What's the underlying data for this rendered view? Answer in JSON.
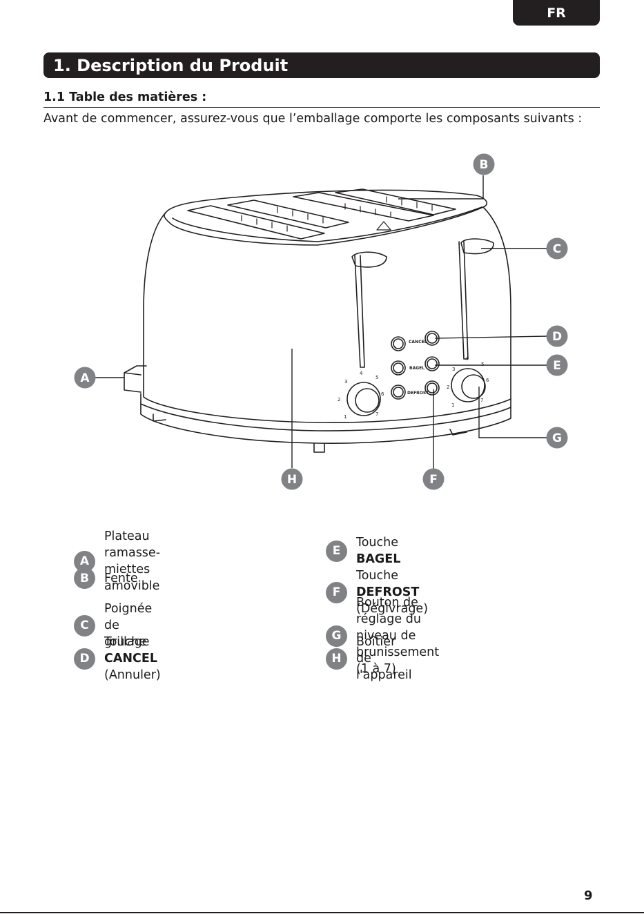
{
  "header": {
    "lang": "FR"
  },
  "section": {
    "title": "1. Description du Produit"
  },
  "subsection": {
    "title": "1.1 Table des matières :"
  },
  "intro": "Avant de commencer, assurez-vous que l’emballage comporte les composants suivants :",
  "diagram": {
    "callouts": {
      "A": "A",
      "B": "B",
      "C": "C",
      "D": "D",
      "E": "E",
      "F": "F",
      "G": "G",
      "H": "H"
    },
    "button_labels": {
      "cancel": "CANCEL",
      "bagel": "BAGEL",
      "defrost": "DEFROST"
    },
    "dial_numbers": [
      "1",
      "2",
      "3",
      "4",
      "5",
      "6",
      "7"
    ]
  },
  "parts": [
    {
      "letter": "A",
      "line1": "Plateau ramasse-miettes",
      "line2": "amovible"
    },
    {
      "letter": "B",
      "text": "Fente"
    },
    {
      "letter": "C",
      "text": "Poignée de grillage"
    },
    {
      "letter": "D",
      "pre": "Touche ",
      "bold": "CANCEL",
      "post": " (Annuler)"
    },
    {
      "letter": "E",
      "pre": "Touche ",
      "bold": "BAGEL",
      "post": ""
    },
    {
      "letter": "F",
      "pre": "Touche ",
      "bold": "DEFROST",
      "post": " (Dégivrage)"
    },
    {
      "letter": "G",
      "line1": "Bouton de réglage du niveau de",
      "line2": "brunissement (1 à 7)"
    },
    {
      "letter": "H",
      "text": "Boîtier de l'appareil"
    }
  ],
  "footer": {
    "page_number": "9"
  }
}
